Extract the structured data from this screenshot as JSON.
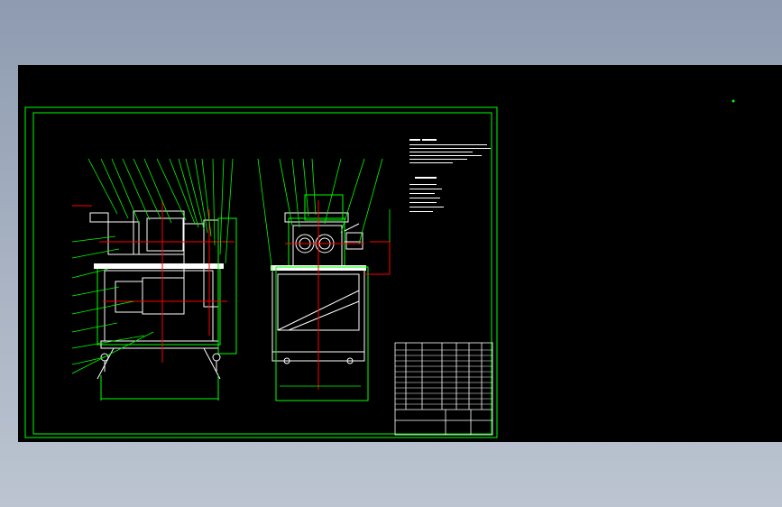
{
  "colors": {
    "background_top": "#8e9bb0",
    "canvas": "#000000",
    "frame": "#00ff00",
    "line": "#ffffff",
    "centerline": "#ff0000",
    "leader": "#00ff00"
  },
  "thumbnails": [
    {
      "name": "layout-thumbnail-1"
    },
    {
      "name": "layout-thumbnail-2"
    },
    {
      "name": "layout-thumbnail-3"
    },
    {
      "name": "layout-thumbnail-4"
    }
  ],
  "drawing": {
    "icons": [
      "thumbnail-drawing-icon"
    ]
  }
}
